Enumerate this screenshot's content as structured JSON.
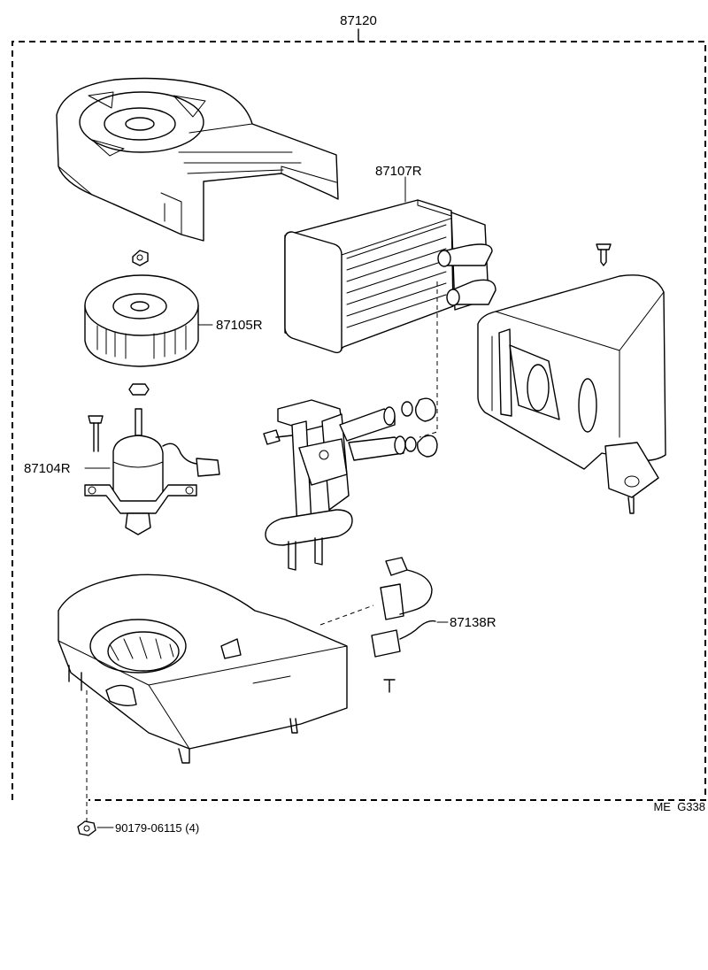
{
  "assembly": {
    "part_number": "87120"
  },
  "parts": {
    "heater_radiator": "87107R",
    "blower_fan": "87105R",
    "blower_motor": "87104R",
    "wire_harness": "87138R",
    "nut": "90179-06115 (4)"
  },
  "diagram_code": "ME  G338"
}
